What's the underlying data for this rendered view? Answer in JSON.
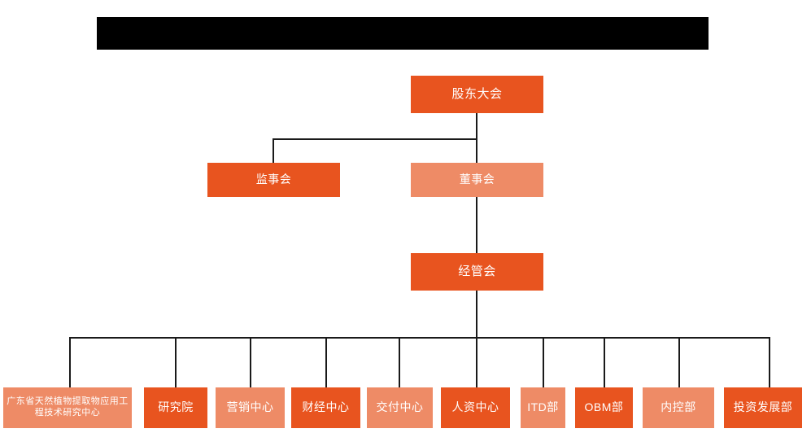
{
  "chart_title_redacted": "",
  "colors": {
    "vivid_orange": "#E8541F",
    "salmon_orange": "#EE8B66",
    "connector": "#1a1a1a",
    "background": "#FFFFFF",
    "redaction": "#000000"
  },
  "org_chart": {
    "type": "diagram",
    "levels": [
      {
        "level": 1,
        "nodes": [
          {
            "id": "shareholders",
            "label": "股东大会",
            "tone": "vivid"
          }
        ]
      },
      {
        "level": 2,
        "nodes": [
          {
            "id": "supervisors",
            "label": "监事会",
            "tone": "vivid"
          },
          {
            "id": "directors",
            "label": "董事会",
            "tone": "salmon"
          }
        ]
      },
      {
        "level": 3,
        "nodes": [
          {
            "id": "management",
            "label": "经管会",
            "tone": "vivid"
          }
        ]
      },
      {
        "level": 4,
        "nodes": [
          {
            "id": "research-center-gd",
            "label": "广东省天然植物提取物应用工程技术研究中心",
            "tone": "salmon"
          },
          {
            "id": "research-institute",
            "label": "研究院",
            "tone": "vivid"
          },
          {
            "id": "marketing-center",
            "label": "营销中心",
            "tone": "salmon"
          },
          {
            "id": "finance-center",
            "label": "财经中心",
            "tone": "vivid"
          },
          {
            "id": "delivery-center",
            "label": "交付中心",
            "tone": "salmon"
          },
          {
            "id": "hr-center",
            "label": "人资中心",
            "tone": "vivid"
          },
          {
            "id": "itd-dept",
            "label": "ITD部",
            "tone": "salmon"
          },
          {
            "id": "obm-dept",
            "label": "OBM部",
            "tone": "vivid"
          },
          {
            "id": "internal-control-dept",
            "label": "内控部",
            "tone": "salmon"
          },
          {
            "id": "investment-development-dept",
            "label": "投资发展部",
            "tone": "vivid"
          }
        ]
      }
    ],
    "edges": [
      {
        "from": "shareholders",
        "to": "supervisors"
      },
      {
        "from": "shareholders",
        "to": "directors"
      },
      {
        "from": "directors",
        "to": "management"
      },
      {
        "from": "management",
        "to": "research-center-gd"
      },
      {
        "from": "management",
        "to": "research-institute"
      },
      {
        "from": "management",
        "to": "marketing-center"
      },
      {
        "from": "management",
        "to": "finance-center"
      },
      {
        "from": "management",
        "to": "delivery-center"
      },
      {
        "from": "management",
        "to": "hr-center"
      },
      {
        "from": "management",
        "to": "itd-dept"
      },
      {
        "from": "management",
        "to": "obm-dept"
      },
      {
        "from": "management",
        "to": "internal-control-dept"
      },
      {
        "from": "management",
        "to": "investment-development-dept"
      }
    ]
  }
}
